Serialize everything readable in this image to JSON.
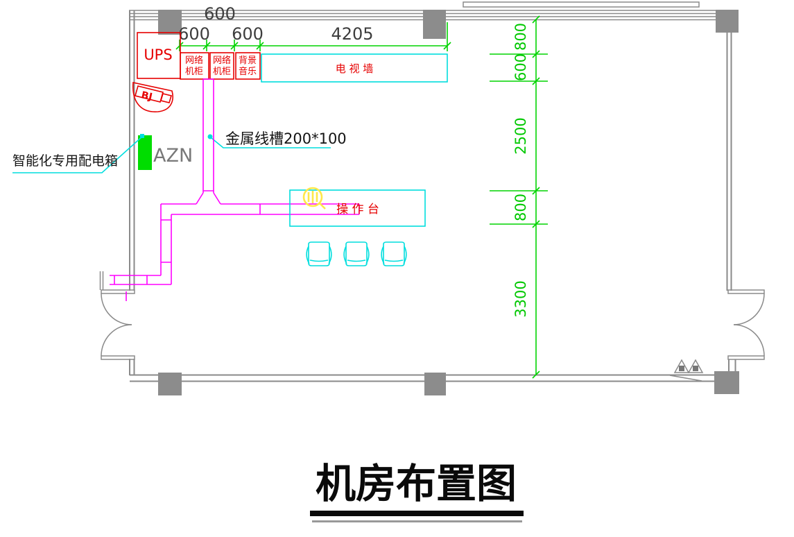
{
  "drawing_title": "机房布置图",
  "equipment": {
    "ups_label": "UPS",
    "cabinets": [
      {
        "line1": "网络",
        "line2": "机柜"
      },
      {
        "line1": "网络",
        "line2": "机柜"
      },
      {
        "line1": "背景",
        "line2": "音乐"
      }
    ],
    "tv_wall_label": "电 视 墙",
    "console_label": "操 作 台",
    "azn_label": "AZN",
    "bj_label": "BJ",
    "distribution_box_label": "智能化专用配电箱",
    "cable_tray_label": "金属线槽200*100"
  },
  "dimensions": {
    "top_wall": "600",
    "horizontal": [
      "600",
      "600",
      "4205"
    ],
    "vertical": [
      "800",
      "600",
      "2500",
      "800",
      "3300"
    ]
  },
  "colors": {
    "red": "#e60000",
    "cyan": "#00dede",
    "magenta": "#ff00ff",
    "dimension_green": "#00d400",
    "azn_box_green": "#00dd00",
    "wall_gray": "#8a8a8a",
    "dim_text_gray": "#3d3d3d",
    "symbol_yellow": "#ffe84a",
    "azn_text_gray": "#787878"
  }
}
